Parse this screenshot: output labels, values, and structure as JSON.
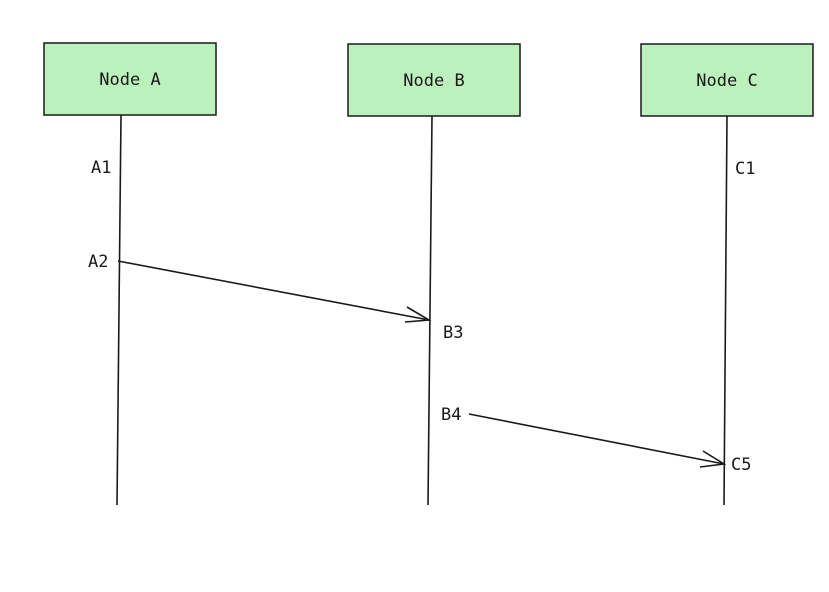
{
  "colors": {
    "node_fill": "#bcf0bc",
    "stroke": "#1a1a1a",
    "background": "#ffffff"
  },
  "nodes": [
    {
      "id": "A",
      "label": "Node A"
    },
    {
      "id": "B",
      "label": "Node B"
    },
    {
      "id": "C",
      "label": "Node C"
    }
  ],
  "events": [
    {
      "id": "A1",
      "node": "A",
      "label": "A1"
    },
    {
      "id": "A2",
      "node": "A",
      "label": "A2"
    },
    {
      "id": "B3",
      "node": "B",
      "label": "B3"
    },
    {
      "id": "B4",
      "node": "B",
      "label": "B4"
    },
    {
      "id": "C1",
      "node": "C",
      "label": "C1"
    },
    {
      "id": "C5",
      "node": "C",
      "label": "C5"
    }
  ],
  "messages": [
    {
      "from": "A2",
      "to": "B3"
    },
    {
      "from": "B4",
      "to": "C5"
    }
  ]
}
